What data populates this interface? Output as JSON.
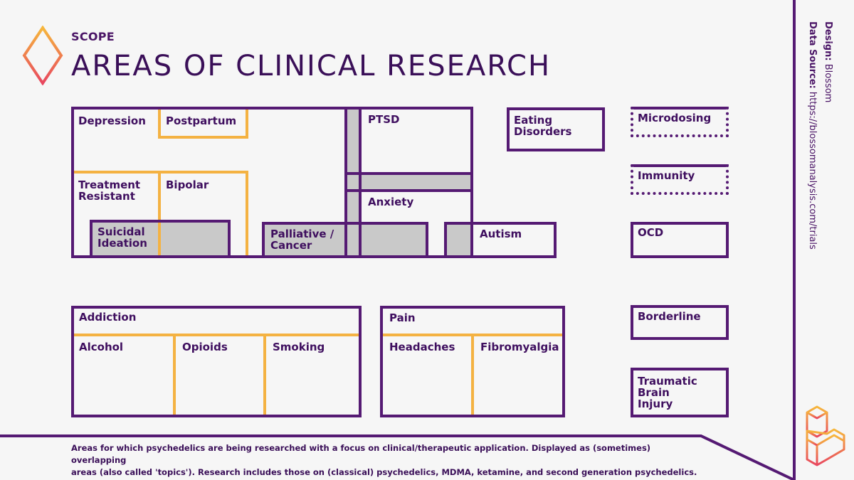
{
  "header": {
    "eyebrow": "SCOPE",
    "title": "AREAS OF CLINICAL RESEARCH"
  },
  "credits": {
    "design_label": "Design:",
    "design_value": "Blossom",
    "source_label": "Data Source:",
    "source_value": "https://blossomanalysis.com/trials"
  },
  "topics": {
    "depression": "Depression",
    "postpartum": "Postpartum",
    "treatment_resistant_1": "Treatment",
    "treatment_resistant_2": "Resistant",
    "bipolar": "Bipolar",
    "suicidal_1": "Suicidal",
    "suicidal_2": "Ideation",
    "palliative_1": "Palliative /",
    "palliative_2": "Cancer",
    "ptsd": "PTSD",
    "anxiety": "Anxiety",
    "autism": "Autism",
    "eating_1": "Eating",
    "eating_2": "Disorders",
    "microdosing": "Microdosing",
    "immunity": "Immunity",
    "ocd": "OCD",
    "borderline": "Borderline",
    "tbi_1": "Traumatic",
    "tbi_2": "Brain",
    "tbi_3": "Injury",
    "addiction": "Addiction",
    "alcohol": "Alcohol",
    "opioids": "Opioids",
    "smoking": "Smoking",
    "pain": "Pain",
    "headaches": "Headaches",
    "fibromyalgia": "Fibromyalgia"
  },
  "caption": {
    "line1": "Areas for which psychedelics are being researched with a focus on clinical/therapeutic application. Displayed as (sometimes) overlapping",
    "line2": "areas (also called 'topics'). Research includes those on (classical) psychedelics, MDMA, ketamine, and second generation psychedelics."
  },
  "colors": {
    "purple": "#551a73",
    "orange": "#f4b242",
    "grey": "#c9c9c9",
    "background": "#f6f6f6"
  },
  "icons": {
    "top_logo": "diamond-logo-icon",
    "bottom_logo": "blossom-b-logo-icon"
  }
}
